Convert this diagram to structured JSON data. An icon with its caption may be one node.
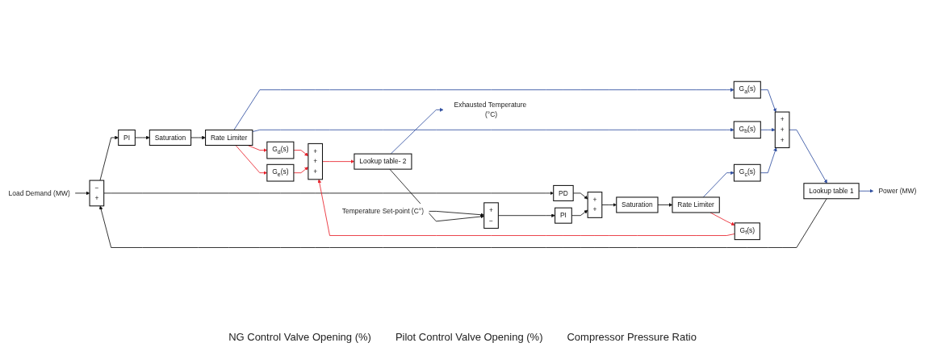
{
  "diagram": {
    "nodes": [
      {
        "text": [
          "Load Demand (MW)"
        ]
      },
      {
        "text": [
          "−",
          "+"
        ]
      },
      {
        "text": [
          "PI"
        ]
      },
      {
        "text": [
          "PD"
        ]
      },
      {
        "text": [
          "Saturation"
        ]
      },
      {
        "text": [
          "Rate Limiter"
        ]
      },
      {
        "text": [
          "G$_{a}$(s)"
        ]
      },
      {
        "text": [
          "G$_{d}$(s)"
        ]
      },
      {
        "text": [
          "G$_{b}$(s)"
        ]
      },
      {
        "text": [
          "G$_{e}$(s)"
        ]
      },
      {
        "text": [
          "G$_{c}$(s)"
        ]
      },
      {
        "text": [
          "G$_{f}$(s)"
        ]
      },
      {
        "text": [
          "+",
          "+",
          "+"
        ]
      },
      {
        "text": [
          "Lookup table 1"
        ]
      },
      {
        "text": [
          "Power (MW)"
        ]
      },
      {
        "text": [
          "Temperature Set-point (C°)"
        ]
      },
      {
        "text": [
          "+",
          "−"
        ]
      },
      {
        "text": [
          "PI"
        ]
      },
      {
        "text": [
          "+",
          "+"
        ]
      },
      {
        "text": [
          "Saturation"
        ]
      },
      {
        "text": [
          "Rate Limiter"
        ]
      },
      {
        "text": [
          "+",
          "+",
          "+"
        ]
      },
      {
        "text": [
          "Lookup table- 2"
        ]
      },
      {
        "text": [
          "Exhausted Temperature (°C)"
        ]
      }
    ],
    "edges": [
      {
        "from": 0,
        "to": 1,
        "arrow": "to"
      },
      {
        "from": 13,
        "to": 1,
        "arrow": "to"
      },
      {
        "from": 1,
        "to": 2,
        "arrow": "to"
      },
      {
        "from": 1,
        "to": 3,
        "arrow": "to"
      },
      {
        "from": 2,
        "to": 4,
        "arrow": "to"
      },
      {
        "from": 4,
        "to": 5,
        "arrow": "to"
      },
      {
        "from": 5,
        "to": 6,
        "arrow": "to",
        "color": "#2f4ea0"
      },
      {
        "from": 5,
        "to": 7,
        "arrow": "to",
        "color": "#e8202a"
      },
      {
        "from": 5,
        "to": 8,
        "arrow": "to",
        "color": "#2f4ea0"
      },
      {
        "from": 5,
        "to": 9,
        "arrow": "to",
        "color": "#e8202a"
      },
      {
        "from": 6,
        "to": 12,
        "arrow": "to",
        "color": "#2f4ea0"
      },
      {
        "from": 8,
        "to": 12,
        "arrow": "to",
        "color": "#2f4ea0"
      },
      {
        "from": 10,
        "to": 12,
        "arrow": "to",
        "color": "#2f4ea0"
      },
      {
        "from": 12,
        "to": 13,
        "arrow": "to",
        "color": "#2f4ea0"
      },
      {
        "from": 13,
        "to": 14,
        "arrow": "to",
        "color": "#2f4ea0"
      },
      {
        "from": 15,
        "to": 16,
        "arrow": "to"
      },
      {
        "from": 22,
        "to": 16,
        "arrow": "to"
      },
      {
        "from": 16,
        "to": 17,
        "arrow": "to"
      },
      {
        "from": 3,
        "to": 18,
        "arrow": "to"
      },
      {
        "from": 17,
        "to": 18,
        "arrow": "to"
      },
      {
        "from": 18,
        "to": 19,
        "arrow": "to"
      },
      {
        "from": 19,
        "to": 20,
        "arrow": "to"
      },
      {
        "from": 20,
        "to": 10,
        "arrow": "to",
        "color": "#2f4ea0"
      },
      {
        "from": 20,
        "to": 11,
        "arrow": "to",
        "color": "#e8202a"
      },
      {
        "from": 7,
        "to": 21,
        "arrow": "to",
        "color": "#e8202a"
      },
      {
        "from": 9,
        "to": 21,
        "arrow": "to",
        "color": "#e8202a"
      },
      {
        "from": 11,
        "to": 21,
        "arrow": "to",
        "color": "#e8202a"
      },
      {
        "from": 21,
        "to": 22,
        "arrow": "to",
        "color": "#e8202a"
      },
      {
        "from": 22,
        "to": 23,
        "arrow": "to",
        "color": "#2f4ea0"
      }
    ],
    "labels": [
      "NG Control Valve Opening (%)",
      "Pilot Control Valve Opening (%)",
      "Compressor Pressure Ratio"
    ]
  }
}
